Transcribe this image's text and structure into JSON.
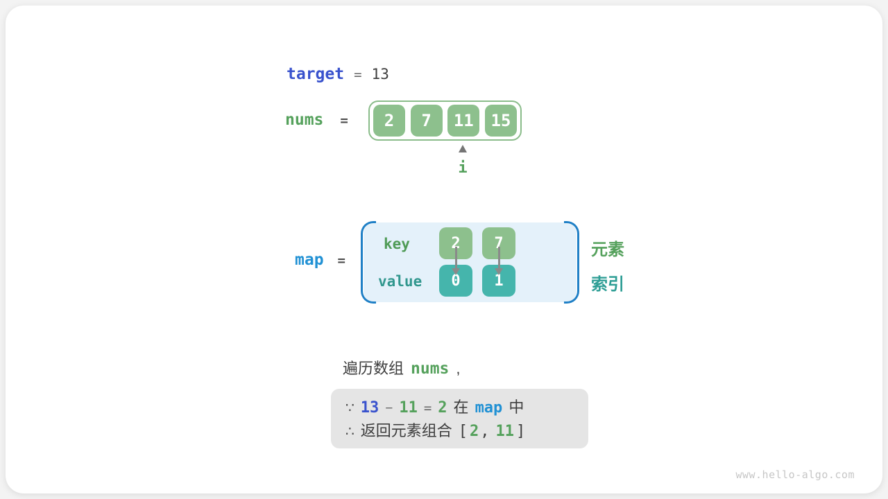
{
  "colors": {
    "accent_blue": "#3952cd",
    "accent_cyan": "#2191d4",
    "accent_green": "#55a15c",
    "accent_teal": "#2e9e95",
    "cell_green_fill": "#8dc08d",
    "cell_teal_fill": "#45b5ac",
    "map_box_fill": "#e4f1fa",
    "map_bracket": "#2080c6",
    "conclusion_box_fill": "#e5e5e5"
  },
  "target_row": {
    "label": "target",
    "equals": "=",
    "value": "13"
  },
  "nums_row": {
    "label": "nums",
    "equals": "=",
    "cells": [
      "2",
      "7",
      "11",
      "15"
    ],
    "pointer_label": "i"
  },
  "map_row": {
    "label": "map",
    "equals": "=",
    "key_label": "key",
    "value_label": "value",
    "keys": [
      "2",
      "7"
    ],
    "values": [
      "0",
      "1"
    ],
    "element_label": "元素",
    "index_label": "索引"
  },
  "caption": {
    "text": "遍历数组",
    "code": "nums",
    "comma": ","
  },
  "conclusion": {
    "because_symbol": "∵",
    "target_value": "13",
    "minus": "−",
    "current_value": "11",
    "equals": "=",
    "complement_value": "2",
    "in_word": "在",
    "map_ref": "map",
    "zhong_word": "中",
    "therefore_symbol": "∴",
    "return_text": "返回元素组合",
    "bracket_open": "[",
    "first_value": "2",
    "comma": ",",
    "second_value": "11",
    "bracket_close": "]"
  },
  "watermark": "www.hello-algo.com"
}
